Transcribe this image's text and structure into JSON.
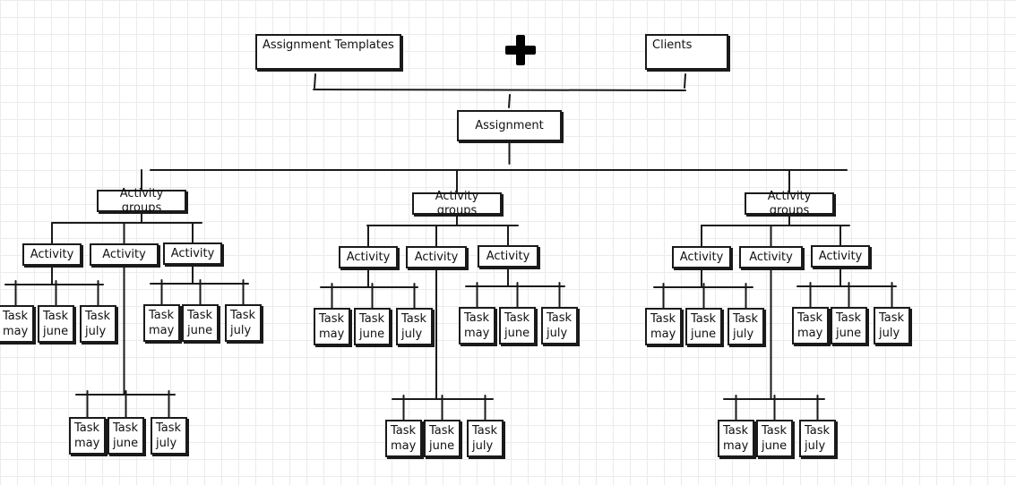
{
  "diagram": {
    "top_left": "Assignment Templates",
    "top_right": "Clients",
    "operator_icon": "plus-icon",
    "center": "Assignment",
    "groups": [
      {
        "label": "Activity groups",
        "activities": [
          {
            "label": "Activity",
            "tasks": [
              {
                "line1": "Task",
                "line2": "may"
              },
              {
                "line1": "Task",
                "line2": "june"
              },
              {
                "line1": "Task",
                "line2": "july"
              }
            ]
          },
          {
            "label": "Activity",
            "tasks": [
              {
                "line1": "Task",
                "line2": "may"
              },
              {
                "line1": "Task",
                "line2": "june"
              },
              {
                "line1": "Task",
                "line2": "july"
              }
            ]
          },
          {
            "label": "Activity",
            "tasks": [
              {
                "line1": "Task",
                "line2": "may"
              },
              {
                "line1": "Task",
                "line2": "june"
              },
              {
                "line1": "Task",
                "line2": "july"
              }
            ]
          }
        ]
      },
      {
        "label": "Activity groups",
        "activities": [
          {
            "label": "Activity",
            "tasks": [
              {
                "line1": "Task",
                "line2": "may"
              },
              {
                "line1": "Task",
                "line2": "june"
              },
              {
                "line1": "Task",
                "line2": "july"
              }
            ]
          },
          {
            "label": "Activity",
            "tasks": [
              {
                "line1": "Task",
                "line2": "may"
              },
              {
                "line1": "Task",
                "line2": "june"
              },
              {
                "line1": "Task",
                "line2": "july"
              }
            ]
          },
          {
            "label": "Activity",
            "tasks": [
              {
                "line1": "Task",
                "line2": "may"
              },
              {
                "line1": "Task",
                "line2": "june"
              },
              {
                "line1": "Task",
                "line2": "july"
              }
            ]
          }
        ]
      },
      {
        "label": "Activity groups",
        "activities": [
          {
            "label": "Activity",
            "tasks": [
              {
                "line1": "Task",
                "line2": "may"
              },
              {
                "line1": "Task",
                "line2": "june"
              },
              {
                "line1": "Task",
                "line2": "july"
              }
            ]
          },
          {
            "label": "Activity",
            "tasks": [
              {
                "line1": "Task",
                "line2": "may"
              },
              {
                "line1": "Task",
                "line2": "june"
              },
              {
                "line1": "Task",
                "line2": "july"
              }
            ]
          },
          {
            "label": "Activity",
            "tasks": [
              {
                "line1": "Task",
                "line2": "may"
              },
              {
                "line1": "Task",
                "line2": "june"
              },
              {
                "line1": "Task",
                "line2": "july"
              }
            ]
          }
        ]
      }
    ]
  }
}
